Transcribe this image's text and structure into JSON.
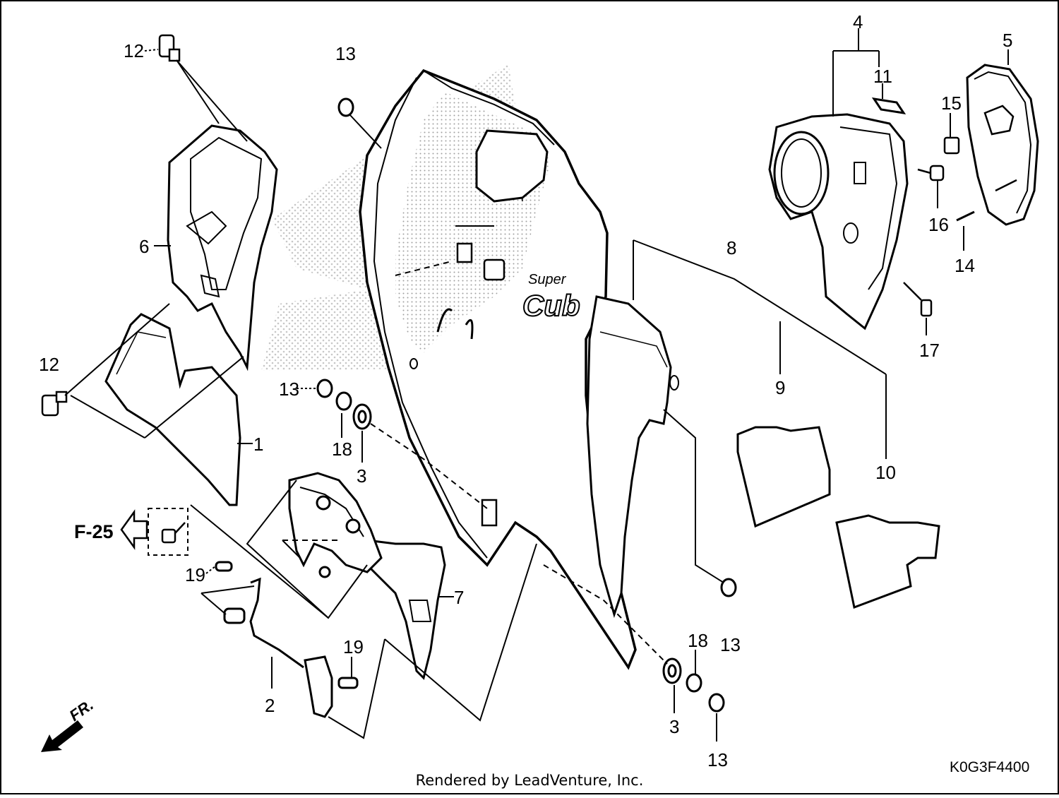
{
  "diagram": {
    "parts": [
      {
        "id": "part-1",
        "label": "1"
      },
      {
        "id": "part-2",
        "label": "2"
      },
      {
        "id": "part-3-upper",
        "label": "3"
      },
      {
        "id": "part-3-lower",
        "label": "3"
      },
      {
        "id": "part-4",
        "label": "4"
      },
      {
        "id": "part-5",
        "label": "5"
      },
      {
        "id": "part-6",
        "label": "6"
      },
      {
        "id": "part-7",
        "label": "7"
      },
      {
        "id": "part-8",
        "label": "8"
      },
      {
        "id": "part-9",
        "label": "9"
      },
      {
        "id": "part-10",
        "label": "10"
      },
      {
        "id": "part-11",
        "label": "11"
      },
      {
        "id": "part-12-top",
        "label": "12"
      },
      {
        "id": "part-12-left",
        "label": "12"
      },
      {
        "id": "part-13-top",
        "label": "13"
      },
      {
        "id": "part-13-mid",
        "label": "13"
      },
      {
        "id": "part-13-right",
        "label": "13"
      },
      {
        "id": "part-13-bottom",
        "label": "13"
      },
      {
        "id": "part-14",
        "label": "14"
      },
      {
        "id": "part-15",
        "label": "15"
      },
      {
        "id": "part-16",
        "label": "16"
      },
      {
        "id": "part-17",
        "label": "17"
      },
      {
        "id": "part-18-upper",
        "label": "18"
      },
      {
        "id": "part-18-lower",
        "label": "18"
      },
      {
        "id": "part-19-upper",
        "label": "19"
      },
      {
        "id": "part-19-lower",
        "label": "19"
      }
    ],
    "page_reference": "F-25",
    "direction_marker": "FR.",
    "diagram_code": "K0G3F4400",
    "logo_text": "Super Cub"
  },
  "footer": {
    "credit": "Rendered by LeadVenture, Inc."
  }
}
